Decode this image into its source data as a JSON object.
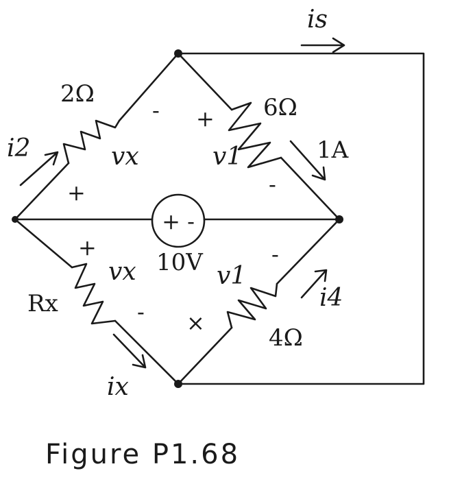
{
  "circuit": {
    "resistors": {
      "top_left": "2Ω",
      "top_right": "6Ω",
      "bottom_left": "Rx",
      "bottom_right": "4Ω"
    },
    "source": {
      "value": "10V",
      "polarity": "+ -"
    },
    "voltages": {
      "top_left": "vx",
      "bottom_left": "vx",
      "top_right": "v1",
      "bottom_right": "v1"
    },
    "currents": {
      "top_left": "i2",
      "top_right": "1A",
      "bottom_left": "ix",
      "bottom_right": "i4",
      "right_wire": "is"
    },
    "signs": {
      "plus": "+",
      "minus": "-",
      "cross": "×"
    }
  },
  "caption": "Figure P1.68"
}
